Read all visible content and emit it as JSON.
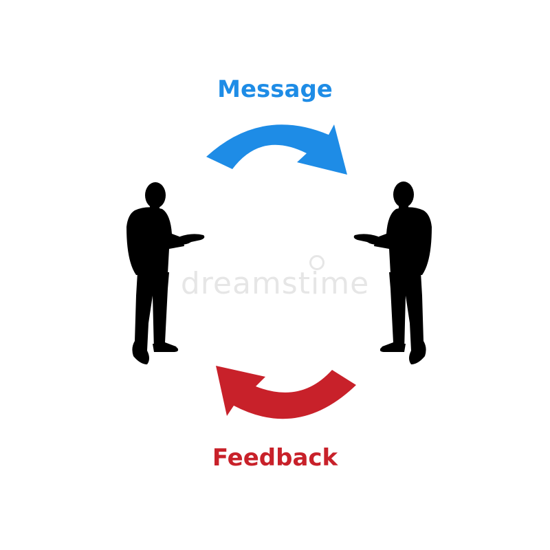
{
  "labels": {
    "top": "Message",
    "bottom": "Feedback"
  },
  "watermark": "dreamstime",
  "colors": {
    "message": "#1e8ce6",
    "feedback": "#c8212a",
    "figure": "#000000",
    "watermark": "#e6e6e6"
  }
}
